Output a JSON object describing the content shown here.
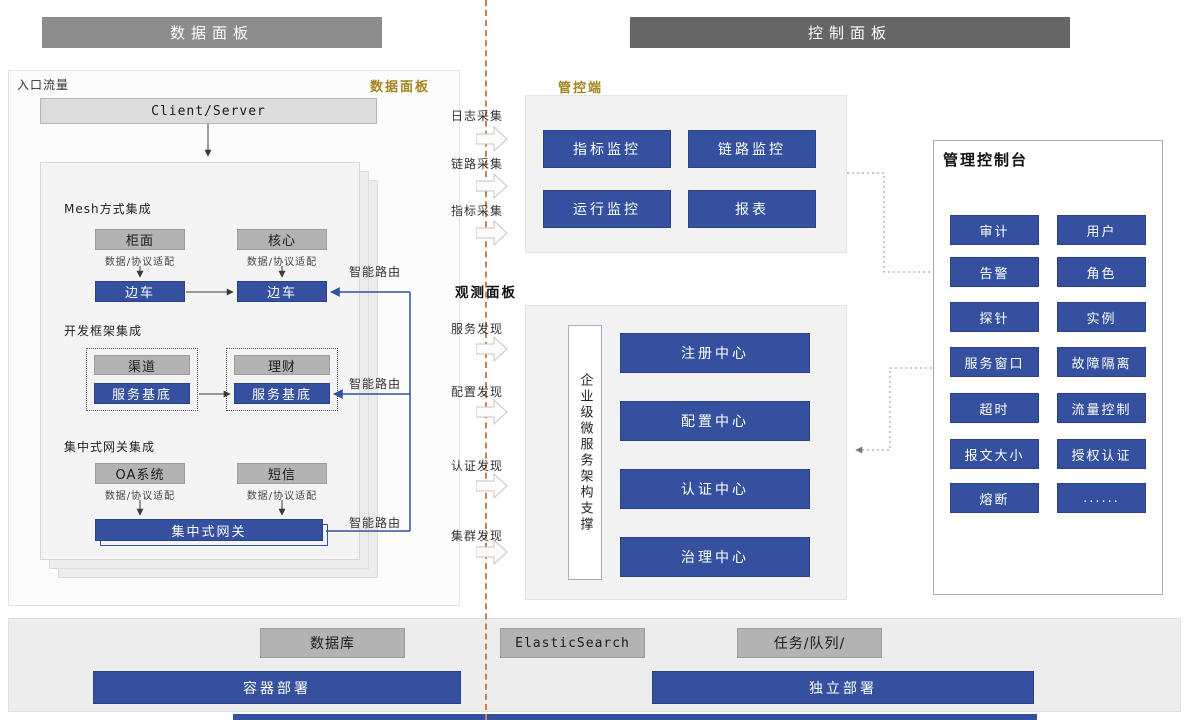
{
  "colors": {
    "accent_blue": "#35509e",
    "gray_box": "#b3b3b3",
    "gold_label": "#a3841f",
    "divider_dash": "#c8824c",
    "header_left": "#8d8d8d",
    "header_right": "#666666"
  },
  "headers": {
    "data_panel": "数据面板",
    "control_panel": "控制面板"
  },
  "data_side": {
    "entry_label": "入口流量",
    "panel_label": "数据面板",
    "client_server": "Client/Server",
    "adapter_label": "数据/协议适配",
    "smart_route": "智能路由",
    "mesh": {
      "title": "Mesh方式集成",
      "left_top": "柜面",
      "right_top": "核心",
      "sidecar": "边车"
    },
    "framework": {
      "title": "开发框架集成",
      "left_top": "渠道",
      "right_top": "理财",
      "base": "服务基底"
    },
    "gateway": {
      "title": "集中式网关集成",
      "left_top": "OA系统",
      "right_top": "短信",
      "bus": "集中式网关"
    }
  },
  "middle": {
    "collects": [
      "日志采集",
      "链路采集",
      "指标采集"
    ],
    "observe_title": "观测面板",
    "discovers": [
      "服务发现",
      "配置发现",
      "认证发现",
      "集群发现"
    ]
  },
  "control_side": {
    "panel_label": "管控端",
    "monitors": [
      "指标监控",
      "链路监控",
      "运行监控",
      "报表"
    ],
    "vertical_label": "企业级微服务架构支撑",
    "centers": [
      "注册中心",
      "配置中心",
      "认证中心",
      "治理中心"
    ],
    "console": {
      "title": "管理控制台",
      "buttons": [
        "审计",
        "用户",
        "告警",
        "角色",
        "探针",
        "实例",
        "服务窗口",
        "故障隔离",
        "超时",
        "流量控制",
        "报文大小",
        "授权认证",
        "熔断",
        "......"
      ]
    }
  },
  "bottom_bar": {
    "gray": [
      "数据库",
      "ElasticSearch",
      "任务/队列/"
    ],
    "blue": [
      "容器部署",
      "独立部署"
    ]
  }
}
